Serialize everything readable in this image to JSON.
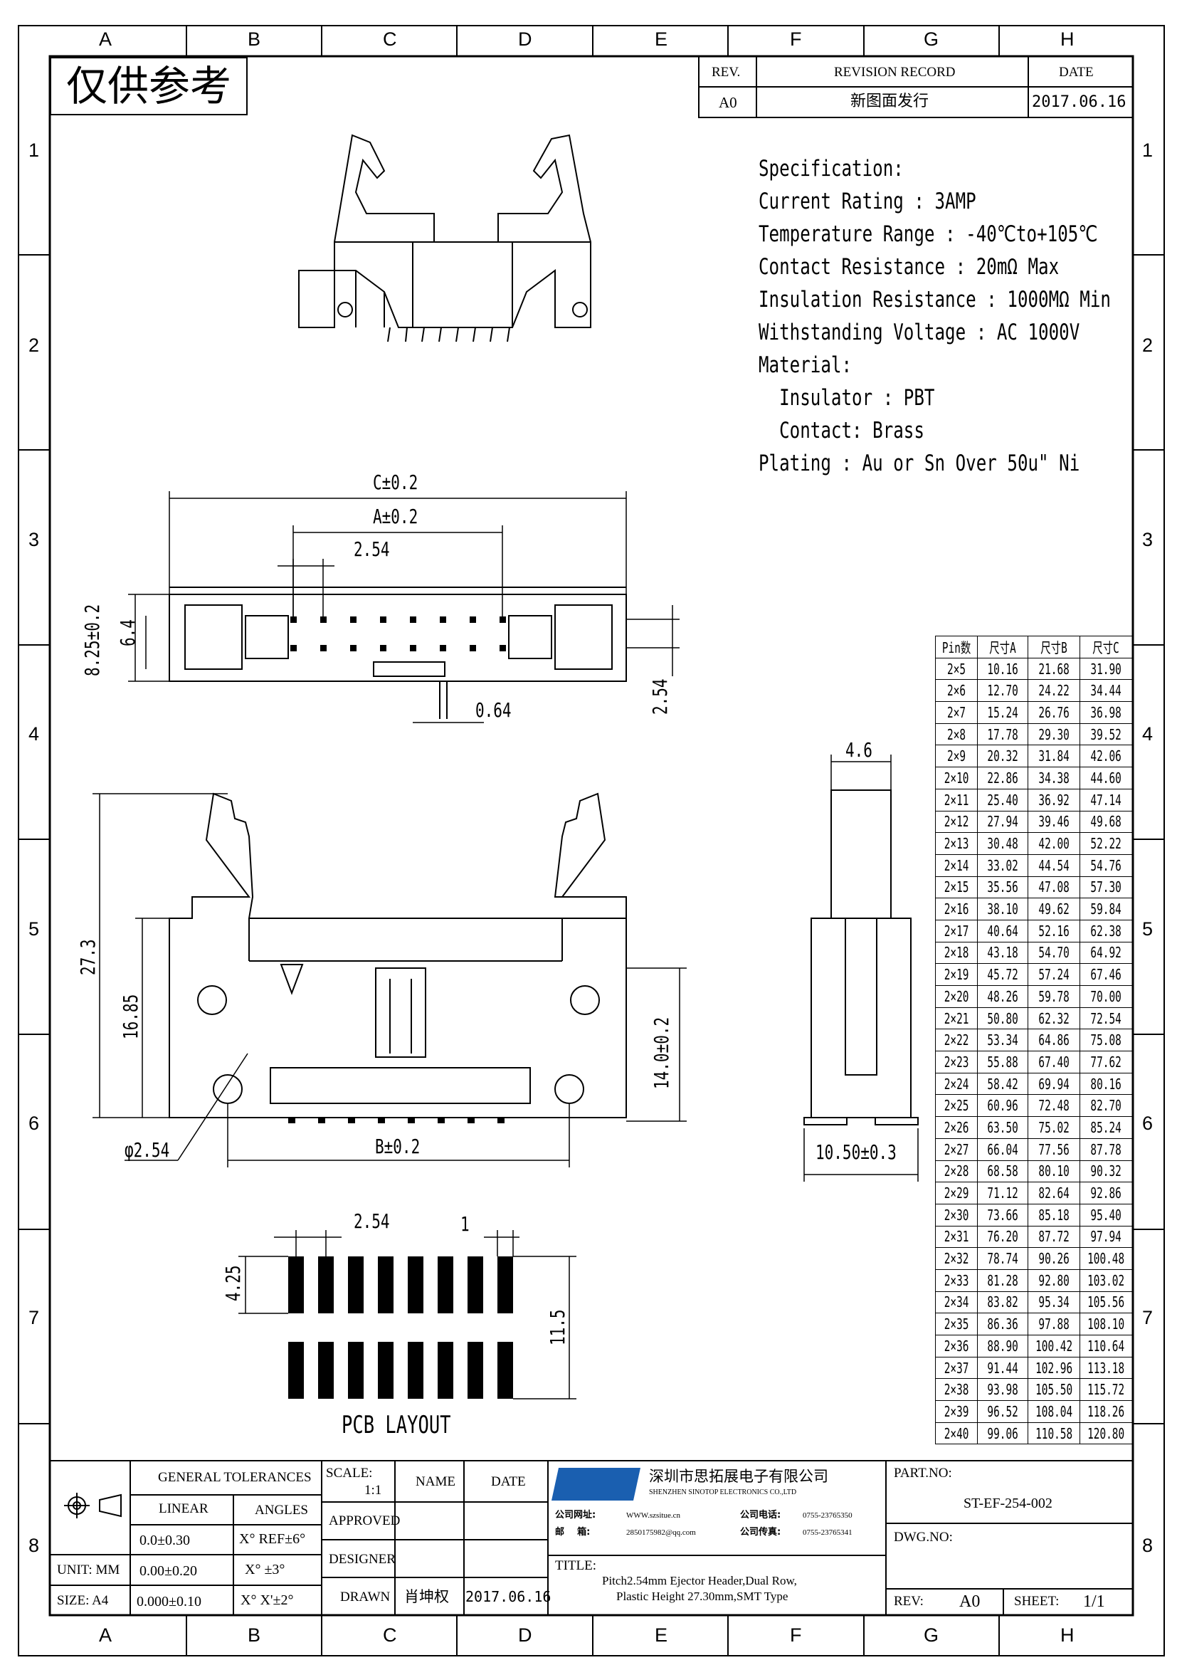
{
  "watermark": "仅供参考",
  "grid": {
    "columns": [
      "A",
      "B",
      "C",
      "D",
      "E",
      "F",
      "G",
      "H"
    ],
    "rows": [
      "1",
      "2",
      "3",
      "4",
      "5",
      "6",
      "7",
      "8"
    ]
  },
  "revision": {
    "rev_header": "REV.",
    "record_header": "REVISION RECORD",
    "date_header": "DATE",
    "rev": "A0",
    "record": "新图面发行",
    "date": "2017.06.16"
  },
  "spec": {
    "lines": [
      "Specification:",
      "Current Rating : 3AMP",
      "Temperature Range : -40℃to+105℃",
      "Contact Resistance : 20mΩ Max",
      "Insulation Resistance : 1000MΩ Min",
      "Withstanding Voltage : AC 1000V",
      "Material:",
      "  Insulator : PBT",
      "  Contact: Brass",
      "Plating : Au or Sn Over 50u\" Ni"
    ]
  },
  "dims": {
    "c": "C±0.2",
    "a": "A±0.2",
    "pitch": "2.54",
    "h825": "8.25±0.2",
    "h64": "6.4",
    "w064": "0.64",
    "v254": "2.54",
    "w46": "4.6",
    "h273": "27.3",
    "h1685": "16.85",
    "h140": "14.0±0.2",
    "phi": "φ2.54",
    "b": "B±0.2",
    "w1050": "10.50±0.3",
    "pcb_pitch": "2.54",
    "pcb_1": "1",
    "pcb_425": "4.25",
    "pcb_115": "11.5",
    "pcb_label": "PCB LAYOUT"
  },
  "pin_table": {
    "headers": [
      "Pin数",
      "尺寸A",
      "尺寸B",
      "尺寸C"
    ],
    "rows": [
      [
        "2×5",
        "10.16",
        "21.68",
        "31.90"
      ],
      [
        "2×6",
        "12.70",
        "24.22",
        "34.44"
      ],
      [
        "2×7",
        "15.24",
        "26.76",
        "36.98"
      ],
      [
        "2×8",
        "17.78",
        "29.30",
        "39.52"
      ],
      [
        "2×9",
        "20.32",
        "31.84",
        "42.06"
      ],
      [
        "2×10",
        "22.86",
        "34.38",
        "44.60"
      ],
      [
        "2×11",
        "25.40",
        "36.92",
        "47.14"
      ],
      [
        "2×12",
        "27.94",
        "39.46",
        "49.68"
      ],
      [
        "2×13",
        "30.48",
        "42.00",
        "52.22"
      ],
      [
        "2×14",
        "33.02",
        "44.54",
        "54.76"
      ],
      [
        "2×15",
        "35.56",
        "47.08",
        "57.30"
      ],
      [
        "2×16",
        "38.10",
        "49.62",
        "59.84"
      ],
      [
        "2×17",
        "40.64",
        "52.16",
        "62.38"
      ],
      [
        "2×18",
        "43.18",
        "54.70",
        "64.92"
      ],
      [
        "2×19",
        "45.72",
        "57.24",
        "67.46"
      ],
      [
        "2×20",
        "48.26",
        "59.78",
        "70.00"
      ],
      [
        "2×21",
        "50.80",
        "62.32",
        "72.54"
      ],
      [
        "2×22",
        "53.34",
        "64.86",
        "75.08"
      ],
      [
        "2×23",
        "55.88",
        "67.40",
        "77.62"
      ],
      [
        "2×24",
        "58.42",
        "69.94",
        "80.16"
      ],
      [
        "2×25",
        "60.96",
        "72.48",
        "82.70"
      ],
      [
        "2×26",
        "63.50",
        "75.02",
        "85.24"
      ],
      [
        "2×27",
        "66.04",
        "77.56",
        "87.78"
      ],
      [
        "2×28",
        "68.58",
        "80.10",
        "90.32"
      ],
      [
        "2×29",
        "71.12",
        "82.64",
        "92.86"
      ],
      [
        "2×30",
        "73.66",
        "85.18",
        "95.40"
      ],
      [
        "2×31",
        "76.20",
        "87.72",
        "97.94"
      ],
      [
        "2×32",
        "78.74",
        "90.26",
        "100.48"
      ],
      [
        "2×33",
        "81.28",
        "92.80",
        "103.02"
      ],
      [
        "2×34",
        "83.82",
        "95.34",
        "105.56"
      ],
      [
        "2×35",
        "86.36",
        "97.88",
        "108.10"
      ],
      [
        "2×36",
        "88.90",
        "100.42",
        "110.64"
      ],
      [
        "2×37",
        "91.44",
        "102.96",
        "113.18"
      ],
      [
        "2×38",
        "93.98",
        "105.50",
        "115.72"
      ],
      [
        "2×39",
        "96.52",
        "108.04",
        "118.26"
      ],
      [
        "2×40",
        "99.06",
        "110.58",
        "120.80"
      ]
    ]
  },
  "title_block": {
    "general_tolerances": "GENERAL TOLERANCES",
    "linear": "LINEAR",
    "angles": "ANGLES",
    "tol_rows": [
      [
        "0.0±0.30",
        "X° REF±6°"
      ],
      [
        "0.00±0.20",
        "X° ±3°"
      ],
      [
        "0.000±0.10",
        "X° X'±2°"
      ]
    ],
    "unit_label": "UNIT: MM",
    "size_label": "SIZE: A4",
    "scale_label": "SCALE:",
    "scale": "1:1",
    "name_header": "NAME",
    "date_header": "DATE",
    "approved": "APPROVED",
    "designer": "DESIGNER",
    "drawn": "DRAWN",
    "drawn_name": "肖坤权",
    "drawn_date": "2017.06.16",
    "company_cn": "深圳市思拓展电子有限公司",
    "company_en": "SHENZHEN SINOTOP ELECTRONICS CO.,LTD",
    "web_label": "公司网址:",
    "web": "WWW.szsitue.cn",
    "mail_label": "邮    箱:",
    "mail": "2850175982@qq.com",
    "tel_label": "公司电话:",
    "tel": "0755-23765350",
    "fax_label": "公司传真:",
    "fax": "0755-23765341",
    "title_label": "TITLE:",
    "title_line1": "Pitch2.54mm Ejector Header,Dual Row,",
    "title_line2": "Plastic Height 27.30mm,SMT Type",
    "part_no_label": "PART.NO:",
    "part_no": "ST-EF-254-002",
    "dwg_no_label": "DWG.NO:",
    "rev_label": "REV:",
    "rev": "A0",
    "sheet_label": "SHEET:",
    "sheet": "1/1"
  }
}
